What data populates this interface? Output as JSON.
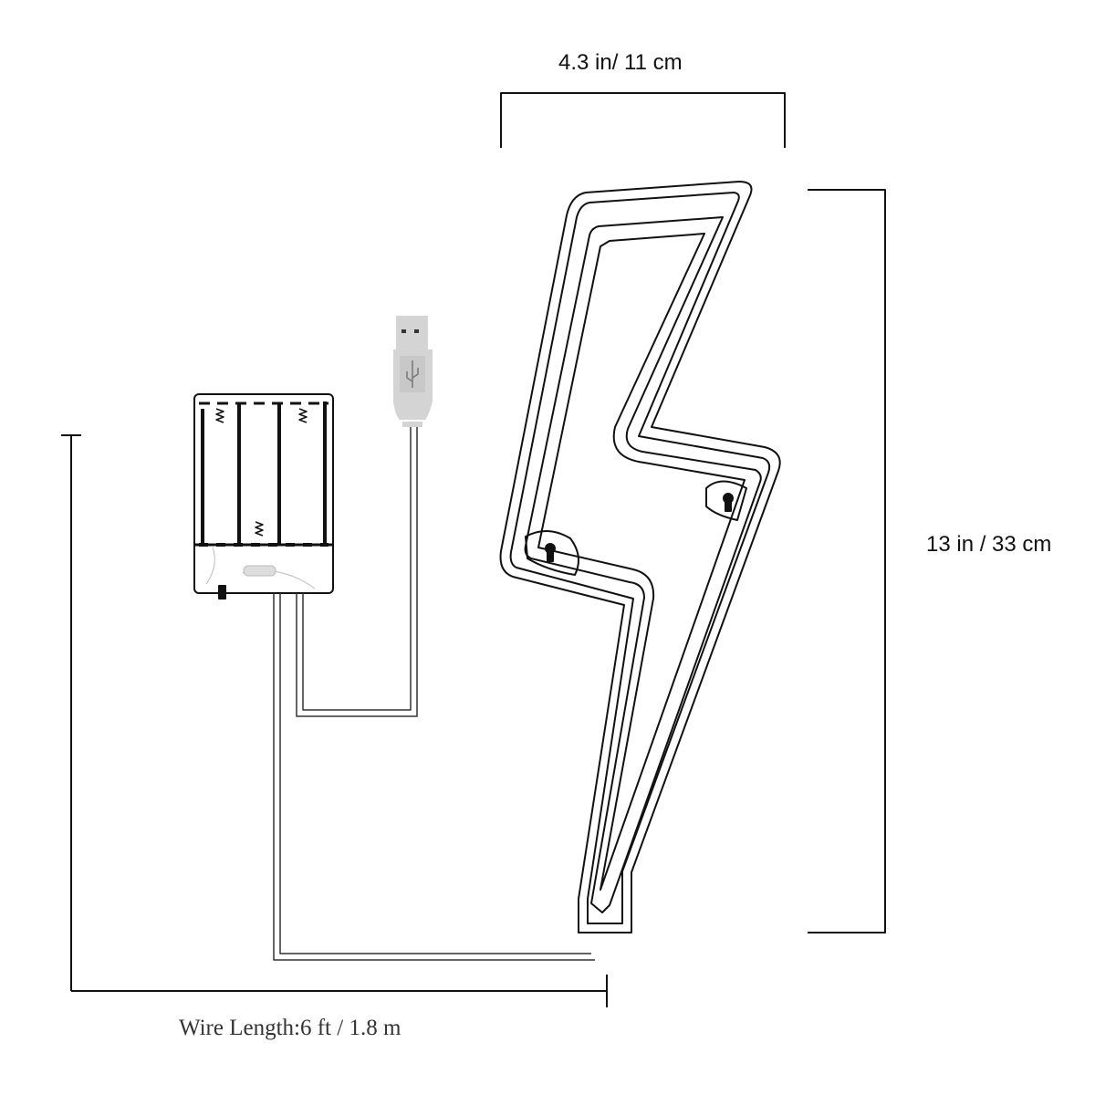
{
  "dimensions": {
    "width_label": "4.3 in/ 11 cm",
    "height_label": "13 in / 33 cm",
    "wire_label": "Wire Length:6 ft / 1.8 m"
  },
  "components": {
    "sign": "lightning-bolt-neon-sign",
    "battery_box": "3-slot-battery-box",
    "usb": "usb-a-plug"
  }
}
